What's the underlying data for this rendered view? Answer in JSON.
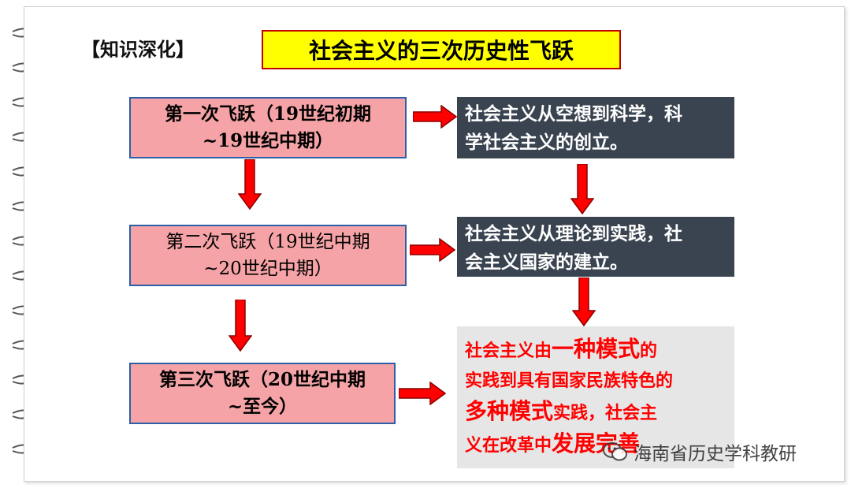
{
  "heading": "【知识深化】",
  "title": "社会主义的三次历史性飞跃",
  "stages": [
    {
      "line1": "第一次飞跃（19世纪初期",
      "line2": "~19世纪中期）"
    },
    {
      "line1": "第二次飞跃（19世纪中期",
      "line2": "~20世纪中期）"
    },
    {
      "line1": "第三次飞跃（20世纪中期",
      "line2": "~至今）"
    }
  ],
  "results": [
    {
      "line1": "社会主义从空想到科学，科",
      "line2": "学社会主义的创立。"
    },
    {
      "line1": "社会主义从理论到实践，社",
      "line2": "会主义国家的建立。"
    }
  ],
  "result3": {
    "p1": "社会主义由",
    "e1": "一种模式",
    "p2": "的",
    "p3": "实践到具有国家民族特色的",
    "e2": "多种模式",
    "p4": "实践，社会主",
    "p5": "义在改革中",
    "e3": "发展完善"
  },
  "watermark": "海南省历史学科教研",
  "colors": {
    "title_bg": "#ffff00",
    "title_border": "#c00000",
    "stage_bg": "#f5a3a6",
    "stage_border": "#2d5fa8",
    "result_bg": "#3a4450",
    "result3_bg": "#e6e6e6",
    "arrow": "#ff0000",
    "emphasis_text": "#ff0000"
  }
}
